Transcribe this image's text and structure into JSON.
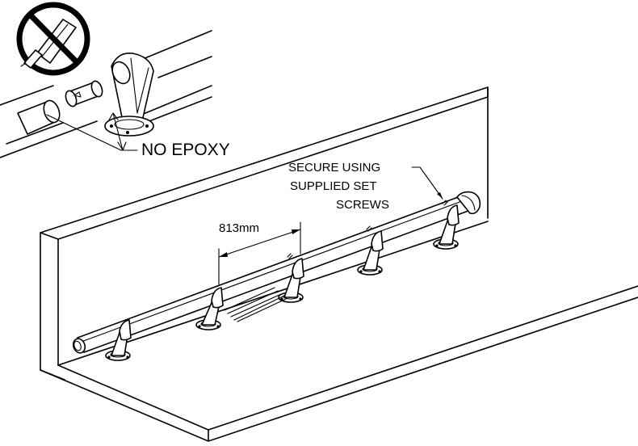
{
  "labels": {
    "no_epoxy": "NO EPOXY",
    "secure_line1": "SECURE USING",
    "secure_line2": "SUPPLIED SET",
    "secure_line3": "SCREWS",
    "spacing": "813mm"
  },
  "icons": {
    "prohibition": "no-glue-prohibition-icon"
  },
  "colors": {
    "line": "#000000",
    "background": "#ffffff"
  }
}
